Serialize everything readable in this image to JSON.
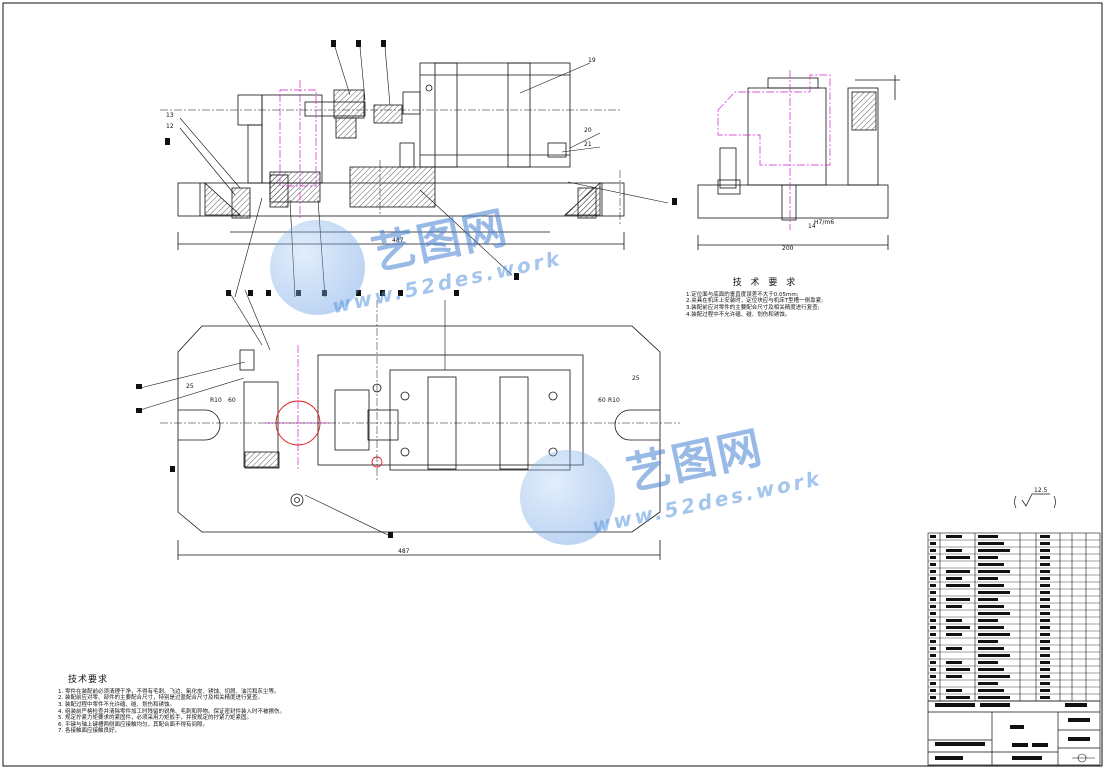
{
  "drawing": {
    "front_view_callouts": [
      "19",
      "20",
      "21",
      "13",
      "12"
    ],
    "front_dims": [
      "487"
    ],
    "side_dims": [
      "200",
      "14"
    ],
    "side_fit": "H7/m6",
    "plan_dims": [
      "25",
      "R10",
      "60",
      "25",
      "60",
      "R10",
      "487"
    ],
    "roughness": "12.5"
  },
  "tech_req_right": {
    "title": "技 术 要 求",
    "lines": [
      "1.定位面与底面的垂直度误差不大于0.05mm;",
      "2.夹具在机床上安装时，定位块应与机床T型槽一侧靠紧;",
      "3.装配前应对零件的主要配合尺寸及相关精度进行复查;",
      "4.装配过程中不允许磕、碰、划伤和锈蚀。"
    ]
  },
  "tech_req_left": {
    "title": "技术要求",
    "lines": [
      "1. 零件在装配前必须清理干净，不得有毛刺、飞边、氧化皮、锈蚀、切屑、油污和灰尘等。",
      "2. 装配前应对零、部件的主要配合尺寸，特别是过盈配合尺寸及相关精度进行复查。",
      "3. 装配过程中零件不允许磕、碰、划伤和锈蚀。",
      "4. 组装前严格检查并清除零件加工时残留的锐角、毛刺和异物。保证密封件装入时不被擦伤。",
      "5. 规定拧紧力矩要求的紧固件，必须采用力矩扳手，并按规定的拧紧力矩紧固。",
      "6. 平键与轴上键槽两侧面应接触均匀，其配合面不得有间隙。",
      "7. 各接触面应接触良好。"
    ]
  },
  "watermark": {
    "brand": "艺图网",
    "url": "www.52des.work"
  },
  "colors": {
    "line": "#111111",
    "center": "#d020d0",
    "hatch": "#333333",
    "red": "#e02020",
    "watermark": "#4a8ad8"
  }
}
